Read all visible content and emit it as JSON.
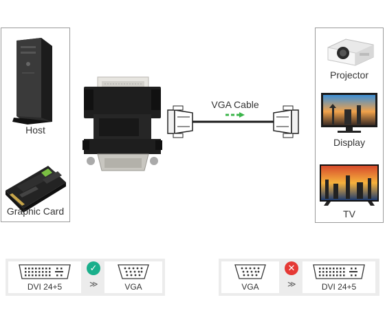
{
  "left_panel": {
    "devices": [
      {
        "label": "Host",
        "icon": "desktop-tower-icon"
      },
      {
        "label": "Graphic Card",
        "icon": "graphics-card-icon"
      }
    ]
  },
  "right_panel": {
    "devices": [
      {
        "label": "Projector",
        "icon": "projector-icon"
      },
      {
        "label": "Display",
        "icon": "monitor-icon"
      },
      {
        "label": "TV",
        "icon": "tv-icon"
      }
    ]
  },
  "cable": {
    "label": "VGA Cable"
  },
  "compatibility": [
    {
      "from": "DVI 24+5",
      "to": "VGA",
      "status": "supported",
      "badge_color": "#1aaf8b",
      "badge_icon": "checkmark-icon"
    },
    {
      "from": "VGA",
      "to": "DVI 24+5",
      "status": "not-supported",
      "badge_color": "#e53935",
      "badge_icon": "cross-icon"
    }
  ],
  "colors": {
    "accent_green": "#3bb54a",
    "panel_border": "#9a9a9a",
    "strip_bg": "#ececec"
  }
}
